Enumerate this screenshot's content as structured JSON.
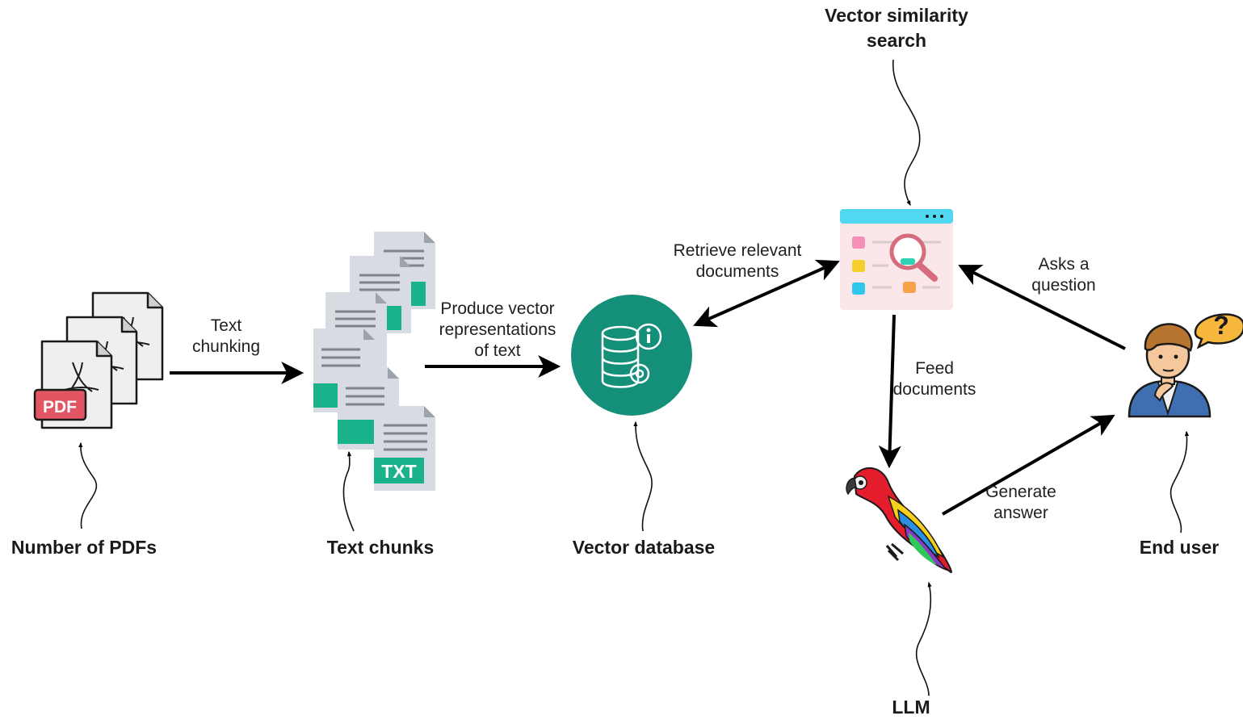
{
  "nodes": {
    "pdfs": {
      "label": "Number of PDFs",
      "badge": "PDF"
    },
    "chunks": {
      "label": "Text chunks",
      "badge": "TXT"
    },
    "vector_db": {
      "label": "Vector database"
    },
    "similarity": {
      "label_lines": [
        "Vector similarity",
        "search"
      ]
    },
    "llm": {
      "label": "LLM"
    },
    "end_user": {
      "label": "End user"
    }
  },
  "edges": {
    "text_chunking": {
      "lines": [
        "Text",
        "chunking"
      ]
    },
    "produce_vectors": {
      "lines": [
        "Produce vector",
        "representations",
        "of text"
      ]
    },
    "retrieve": {
      "lines": [
        "Retrieve relevant",
        "documents"
      ]
    },
    "asks": {
      "lines": [
        "Asks a",
        "question"
      ]
    },
    "feed": {
      "lines": [
        "Feed",
        "documents"
      ]
    },
    "generate": {
      "lines": [
        "Generate",
        "answer"
      ]
    }
  },
  "icons": [
    "pdf-stack-icon",
    "txt-stack-icon",
    "database-icon",
    "search-dashboard-icon",
    "parrot-icon",
    "user-question-icon"
  ],
  "colors": {
    "pdf_badge": "#e25563",
    "txt_badge": "#1ab28a",
    "database_circle": "#148f7a",
    "dashboard_header": "#4fd8ef",
    "question_bubble": "#f6b73c",
    "user_shirt": "#3f6fb0"
  }
}
